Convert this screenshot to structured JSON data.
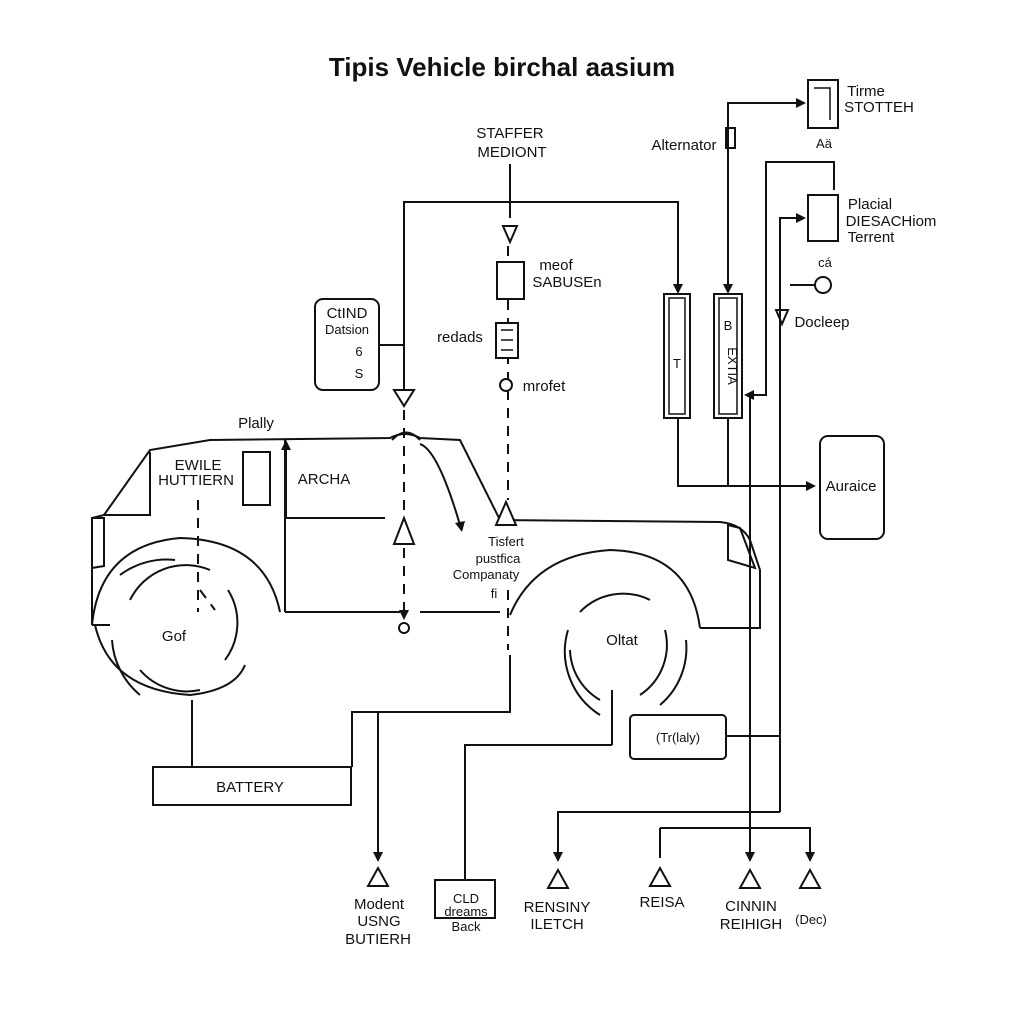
{
  "title": "Tipis Vehicle birchal aasium",
  "labels": {
    "starter_l1": "STAFFER",
    "starter_l2": "MEDIONT",
    "alternator": "Alternator",
    "timer_l1": "Tirme",
    "timer_l2": "STOTTEH",
    "aa": "Aä",
    "placial_l1": "Placial",
    "placial_l2": "DIESACHiom",
    "placial_l3": "Terrent",
    "cd": "cá",
    "docleep": "Docleep",
    "meof_l1": "meof",
    "meof_l2": "SABUSEn",
    "ctind_l1": "CtIND",
    "ctind_l2": "Datsion",
    "ctind_l3": "6",
    "ctind_l4": "S",
    "redads": "redads",
    "mrofet": "mrofet",
    "plally": "Plally",
    "ewile_l1": "EWILE",
    "ewile_l2": "HUTTIERN",
    "archa": "ARCHA",
    "tisfert_l1": "Tisfert",
    "tisfert_l2": "pustfica",
    "tisfert_l3": "Companaty",
    "tisfert_l4": "fi",
    "gof": "Gof",
    "oltat": "Oltat",
    "auraice": "Auraice",
    "relay": "(Tr(laly)",
    "battery": "BATTERY",
    "sensor_col1": "T",
    "sensor_col2": "EXTIA",
    "modent_l1": "Modent",
    "modent_l2": "USNG",
    "modent_l3": "BUTIERH",
    "cld_l1": "CLD",
    "cld_l2": "dreams",
    "cld_l3": "Back",
    "rensiny_l1": "RENSINY",
    "rensiny_l2": "ILETCH",
    "reisa": "REISA",
    "cinnin_l1": "CINNIN",
    "cinnin_l2": "REIHIGH",
    "dec": "(Dec)"
  }
}
